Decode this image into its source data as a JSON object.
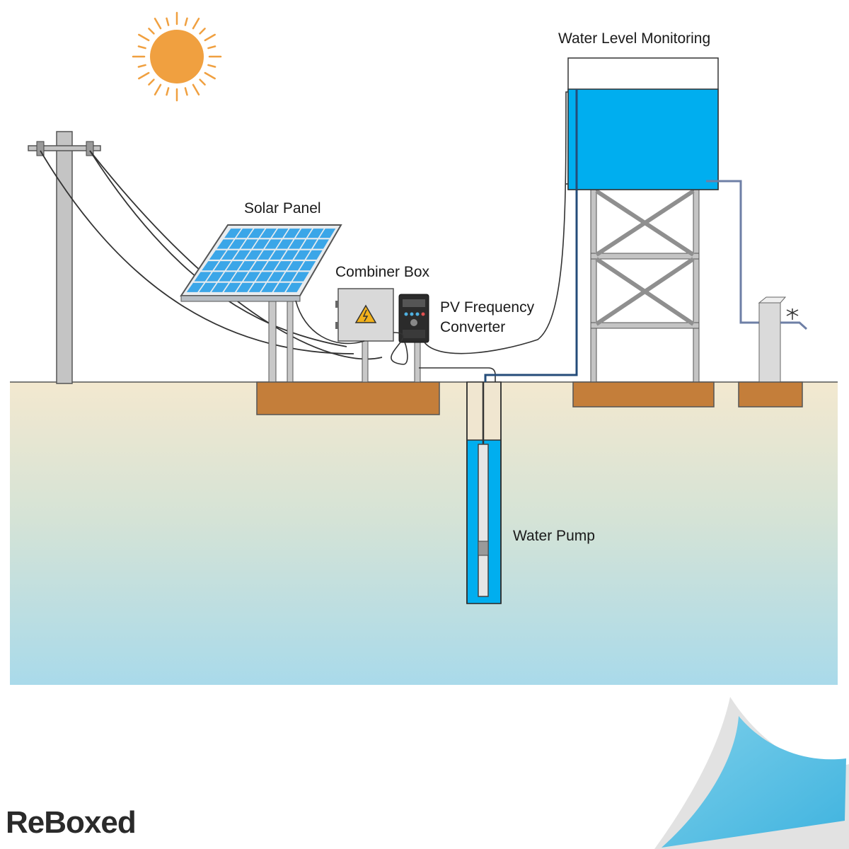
{
  "labels": {
    "solar_panel": "Solar Panel",
    "combiner_box": "Combiner Box",
    "pv_converter_line1": "PV Frequency",
    "pv_converter_line2": "Converter",
    "water_level": "Water Level Monitoring",
    "water_pump": "Water Pump"
  },
  "brand": {
    "logo": "ReBoxed"
  },
  "colors": {
    "sun": "#F0A040",
    "water": "#00AEEF",
    "ground_top": "#F3E8CF",
    "ground_bottom": "#A9DAEA",
    "foundation": "#C47E3A",
    "panel_cell": "#3BA6E8",
    "structure": "#C8C8C8",
    "pipe": "#6E7FA6",
    "corner_fold": "#5BC3E6"
  }
}
